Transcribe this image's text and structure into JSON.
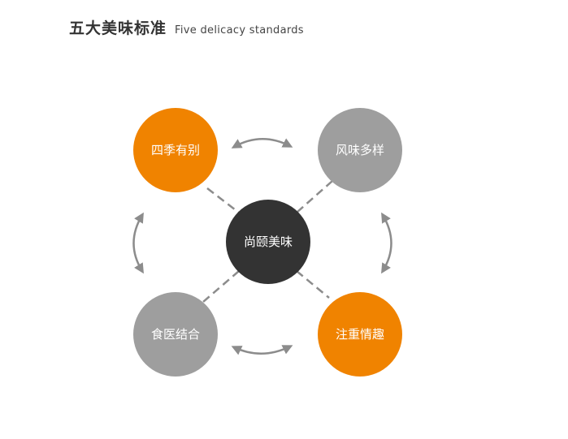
{
  "header": {
    "title": "五大美味标准",
    "subtitle": "Five delicacy standards"
  },
  "diagram": {
    "center": {
      "label": "尚颐美味",
      "color": "#333333"
    },
    "nodes": [
      {
        "label": "四季有别",
        "color": "#F08300"
      },
      {
        "label": "风味多样",
        "color": "#9E9E9E"
      },
      {
        "label": "食医结合",
        "color": "#9E9E9E"
      },
      {
        "label": "注重情趣",
        "color": "#F08300"
      }
    ],
    "line_color": "#8C8C8C",
    "arrow_color": "#8C8C8C"
  }
}
